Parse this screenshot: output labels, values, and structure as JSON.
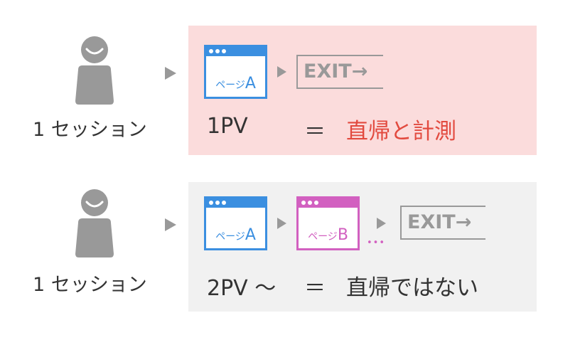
{
  "colors": {
    "panel1_bg": "#fbdcdc",
    "panel2_bg": "#f1f1f1",
    "page_a": "#3b8fe0",
    "page_b": "#d260c0",
    "exit": "#999999",
    "result_highlight": "#e24a3f",
    "text": "#333333",
    "person": "#999999"
  },
  "rows": [
    {
      "session_label": "1 セッション",
      "pages": [
        {
          "prefix": "ページ",
          "letter": "A",
          "icon": "browser-window-icon",
          "color": "#3b8fe0"
        }
      ],
      "exit_label": "EXIT→",
      "pv_label": "1PV",
      "equals": "＝",
      "result": "直帰と計測"
    },
    {
      "session_label": "1 セッション",
      "pages": [
        {
          "prefix": "ページ",
          "letter": "A",
          "icon": "browser-window-icon",
          "color": "#3b8fe0"
        },
        {
          "prefix": "ページ",
          "letter": "B",
          "icon": "browser-window-icon",
          "color": "#d260c0"
        }
      ],
      "more_dots": "•••",
      "exit_label": "EXIT→",
      "pv_label": "2PV ～",
      "equals": "＝",
      "result": "直帰ではない"
    }
  ]
}
